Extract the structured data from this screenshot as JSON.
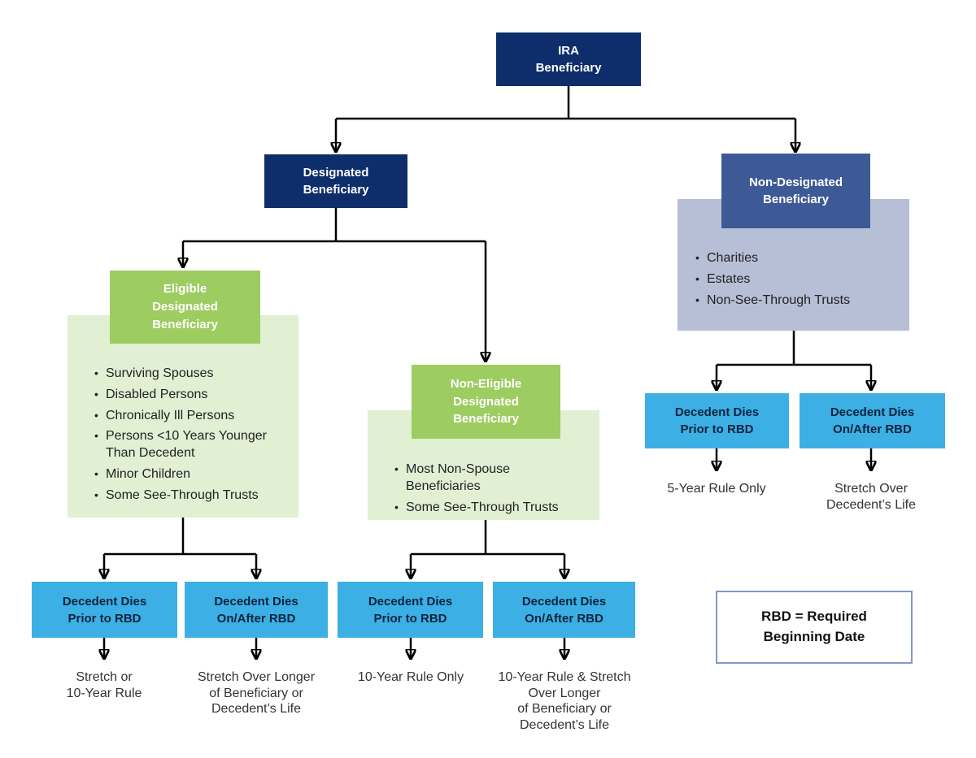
{
  "colors": {
    "navy": "#0d2d6b",
    "medium_blue": "#3d5a97",
    "green": "#9dcc60",
    "light_green": "#e1efd3",
    "light_blue_gray": "#b7bfd6",
    "cyan": "#3cafe4",
    "cyan_text": "#0b2440",
    "line": "#000000",
    "bullet_text": "#222222",
    "outcome_text": "#333333",
    "legend_border": "#8398c5"
  },
  "nodes": {
    "root": {
      "label": "IRA\nBeneficiary"
    },
    "designated": {
      "label": "Designated\nBeneficiary"
    },
    "non_designated": {
      "label": "Non-Designated\nBeneficiary",
      "bullets": [
        "Charities",
        "Estates",
        "Non-See-Through Trusts"
      ]
    },
    "eligible": {
      "label": "Eligible\nDesignated\nBeneficiary",
      "bullets": [
        "Surviving Spouses",
        "Disabled Persons",
        "Chronically Ill Persons",
        "Persons <10 Years Younger Than Decedent",
        "Minor Children",
        "Some See-Through Trusts"
      ]
    },
    "non_eligible": {
      "label": "Non-Eligible\nDesignated\nBeneficiary",
      "bullets": [
        "Most Non-Spouse Beneficiaries",
        "Some See-Through Trusts"
      ]
    }
  },
  "decision": {
    "prior": "Decedent Dies\nPrior to RBD",
    "after": "Decedent Dies\nOn/After RBD"
  },
  "outcomes": {
    "eligible_prior": "Stretch or\n10-Year Rule",
    "eligible_after": "Stretch Over Longer\nof Beneficiary or\nDecedent’s Life",
    "non_eligible_prior": "10-Year Rule Only",
    "non_eligible_after": "10-Year Rule & Stretch\nOver Longer\nof Beneficiary or\nDecedent’s Life",
    "non_designated_prior": "5-Year Rule Only",
    "non_designated_after": "Stretch Over\nDecedent’s Life"
  },
  "legend": {
    "text": "RBD = Required\nBeginning Date"
  }
}
